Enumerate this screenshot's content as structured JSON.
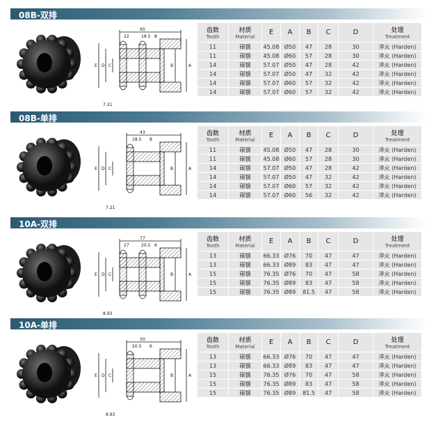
{
  "headers": {
    "tooth_cn": "齿数",
    "tooth_en": "Tooth",
    "material_cn": "材质",
    "material_en": "Material",
    "e": "E",
    "a": "A",
    "b": "B",
    "c": "C",
    "d": "D",
    "treatment_cn": "处理",
    "treatment_en": "Treatment"
  },
  "sections": [
    {
      "title": "08B-双排",
      "dims": [
        "65",
        "22",
        "18.5",
        "8",
        "7.21"
      ],
      "rows": [
        [
          "11",
          "碳钢",
          "45.08",
          "Ø50",
          "47",
          "28",
          "30",
          "淬火 (Harden)"
        ],
        [
          "11",
          "碳钢",
          "45.08",
          "Ø60",
          "57",
          "28",
          "30",
          "淬火 (Harden)"
        ],
        [
          "14",
          "碳钢",
          "57.07",
          "Ø50",
          "47",
          "28",
          "42",
          "淬火 (Harden)"
        ],
        [
          "14",
          "碳钢",
          "57.07",
          "Ø50",
          "47",
          "32",
          "42",
          "淬火 (Harden)"
        ],
        [
          "14",
          "碳钢",
          "57.07",
          "Ø60",
          "57",
          "32",
          "42",
          "淬火 (Harden)"
        ],
        [
          "14",
          "碳钢",
          "57.07",
          "Ø60",
          "57",
          "32",
          "42",
          "淬火 (Harden)"
        ]
      ]
    },
    {
      "title": "08B-单排",
      "dims": [
        "43",
        "18.5",
        "8",
        "7.21"
      ],
      "rows": [
        [
          "11",
          "碳钢",
          "45.08",
          "Ø50",
          "47",
          "28",
          "30",
          "淬火 (Harden)"
        ],
        [
          "11",
          "碳钢",
          "45.08",
          "Ø60",
          "57",
          "28",
          "30",
          "淬火 (Harden)"
        ],
        [
          "14",
          "碳钢",
          "57.07",
          "Ø50",
          "47",
          "28",
          "42",
          "淬火 (Harden)"
        ],
        [
          "14",
          "碳钢",
          "57.07",
          "Ø50",
          "47",
          "32",
          "42",
          "淬火 (Harden)"
        ],
        [
          "14",
          "碳钢",
          "57.07",
          "Ø60",
          "57",
          "32",
          "42",
          "淬火 (Harden)"
        ],
        [
          "14",
          "碳钢",
          "57.07",
          "Ø60",
          "56",
          "32",
          "42",
          "淬火 (Harden)"
        ]
      ]
    },
    {
      "title": "10A-双排",
      "dims": [
        "77",
        "27",
        "20.5",
        "6",
        "8.93"
      ],
      "rows": [
        [
          "13",
          "碳钢",
          "66.33",
          "Ø76",
          "70",
          "47",
          "47",
          "淬火 (Harden)"
        ],
        [
          "13",
          "碳钢",
          "66.33",
          "Ø89",
          "83",
          "47",
          "47",
          "淬火 (Harden)"
        ],
        [
          "15",
          "碳钢",
          "76.35",
          "Ø76",
          "70",
          "47",
          "58",
          "淬火 (Harden)"
        ],
        [
          "15",
          "碳钢",
          "76.35",
          "Ø89",
          "83",
          "47",
          "58",
          "淬火 (Harden)"
        ],
        [
          "15",
          "碳钢",
          "76.35",
          "Ø89",
          "81.5",
          "47",
          "58",
          "淬火 (Harden)"
        ]
      ]
    },
    {
      "title": "10A-单排",
      "dims": [
        "50",
        "20.5",
        "6",
        "8.93"
      ],
      "rows": [
        [
          "13",
          "碳钢",
          "66.33",
          "Ø76",
          "70",
          "47",
          "47",
          "淬火 (Harden)"
        ],
        [
          "13",
          "碳钢",
          "66.33",
          "Ø89",
          "83",
          "47",
          "47",
          "淬火 (Harden)"
        ],
        [
          "15",
          "碳钢",
          "76.35",
          "Ø76",
          "70",
          "47",
          "58",
          "淬火 (Harden)"
        ],
        [
          "15",
          "碳钢",
          "76.35",
          "Ø89",
          "83",
          "47",
          "58",
          "淬火 (Harden)"
        ],
        [
          "15",
          "碳钢",
          "76.35",
          "Ø89",
          "81.5",
          "47",
          "58",
          "淬火 (Harden)"
        ]
      ]
    }
  ],
  "drawing_labels": {
    "e": "E",
    "d": "D",
    "c": "C",
    "b": "B",
    "a": "A"
  }
}
